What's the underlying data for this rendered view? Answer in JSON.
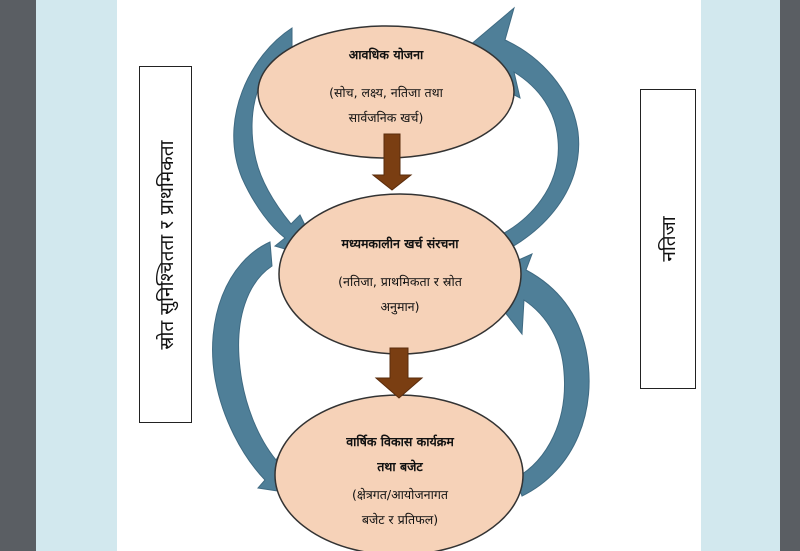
{
  "colors": {
    "background_frame": "#d2e8ee",
    "dark_edges": "#5a5e63",
    "page": "#ffffff",
    "ellipse_fill": "#f6d2b8",
    "ellipse_stroke": "#333333",
    "curved_arrow": "#4f7f98",
    "down_arrow": "#7a3e12"
  },
  "icons": [
    "curved-arrow",
    "down-arrow"
  ],
  "left_label": "स्रोत सुनिश्चितता र प्राथमिकता",
  "right_label": "नतिजा",
  "nodes": [
    {
      "title": "आवधिक योजना",
      "subtitle_lines": [
        "(सोच, लक्ष्य, नतिजा तथा",
        "सार्वजनिक खर्च)"
      ]
    },
    {
      "title": "मध्यमकालीन खर्च संरचना",
      "subtitle_lines": [
        "(नतिजा, प्राथमिकता र स्रोत",
        "अनुमान)"
      ]
    },
    {
      "title_lines": [
        "वार्षिक विकास कार्यक्रम",
        "तथा बजेट"
      ],
      "subtitle_lines": [
        "(क्षेत्रगत/आयोजनागत",
        "बजेट र प्रतिफल)"
      ]
    }
  ]
}
